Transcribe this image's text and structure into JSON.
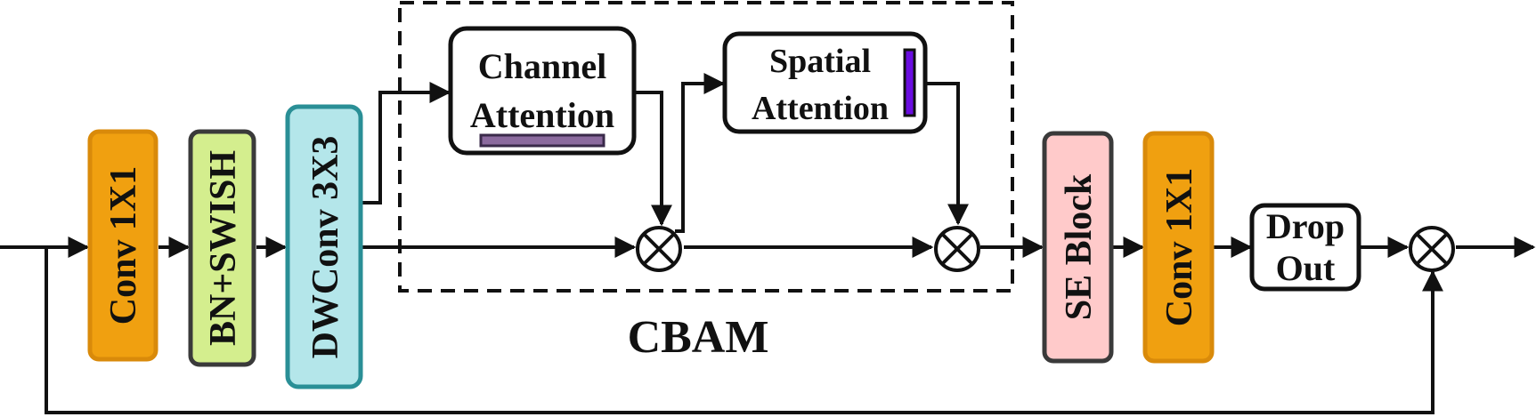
{
  "diagram": {
    "blocks": {
      "conv1": {
        "label": "Conv 1X1",
        "fill": "#F0A010",
        "stroke": "#D98A0A"
      },
      "bn": {
        "label": "BN+SWISH",
        "fill": "#D4EE8E",
        "stroke": "#3A3A3A"
      },
      "dwconv": {
        "label": "DWConv 3X3",
        "fill": "#B4E6EA",
        "stroke": "#2A8F96"
      },
      "channel": {
        "line1": "Channel",
        "line2": "Attention",
        "bar_color": "#8B6A9E",
        "bar_stroke": "#3A2A4A"
      },
      "spatial": {
        "line1": "Spatial",
        "line2": "Attention",
        "bar_color": "#6A0DE0",
        "bar_stroke": "#111111"
      },
      "se": {
        "label": "SE Block",
        "fill": "#FFCACA",
        "stroke": "#3A3A3A"
      },
      "conv2": {
        "label": "Conv 1X1",
        "fill": "#F0A010",
        "stroke": "#D98A0A"
      },
      "dropout": {
        "line1": "Drop",
        "line2": "Out"
      }
    },
    "cbam_label": "CBAM",
    "multiply_symbol": "⊗"
  }
}
